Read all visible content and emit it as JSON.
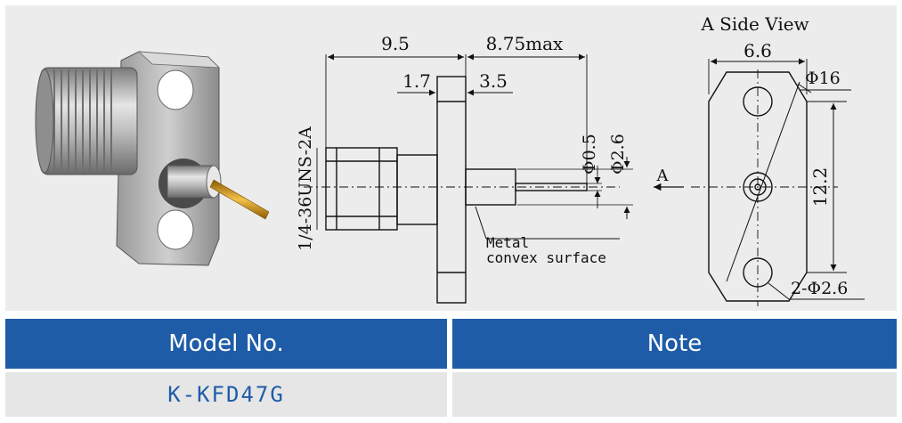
{
  "drawing": {
    "side_view_title": "A Side View",
    "dims": {
      "length_body": "9.5",
      "length_pin": "8.75max",
      "flange_offset": "1.7",
      "flange_thickness": "3.5",
      "pin_dia": "Φ0.5",
      "dielectric_dia": "Φ2.6",
      "thread": "1/4-36UNS-2A",
      "view_arrow": "A",
      "width": "6.6",
      "corner": "Φ16",
      "height": "12.2",
      "holes": "2-Φ2.6"
    },
    "note_line1": "Metal",
    "note_line2": "convex surface"
  },
  "table": {
    "headers": [
      "Model No.",
      "Note"
    ],
    "rows": [
      [
        "K-KFD47G",
        ""
      ]
    ]
  },
  "colors": {
    "header_bg": "#1e5ca8",
    "model_text": "#1e5ca8",
    "panel_bg": "#ececec",
    "row_bg": "#e6e6e6"
  }
}
